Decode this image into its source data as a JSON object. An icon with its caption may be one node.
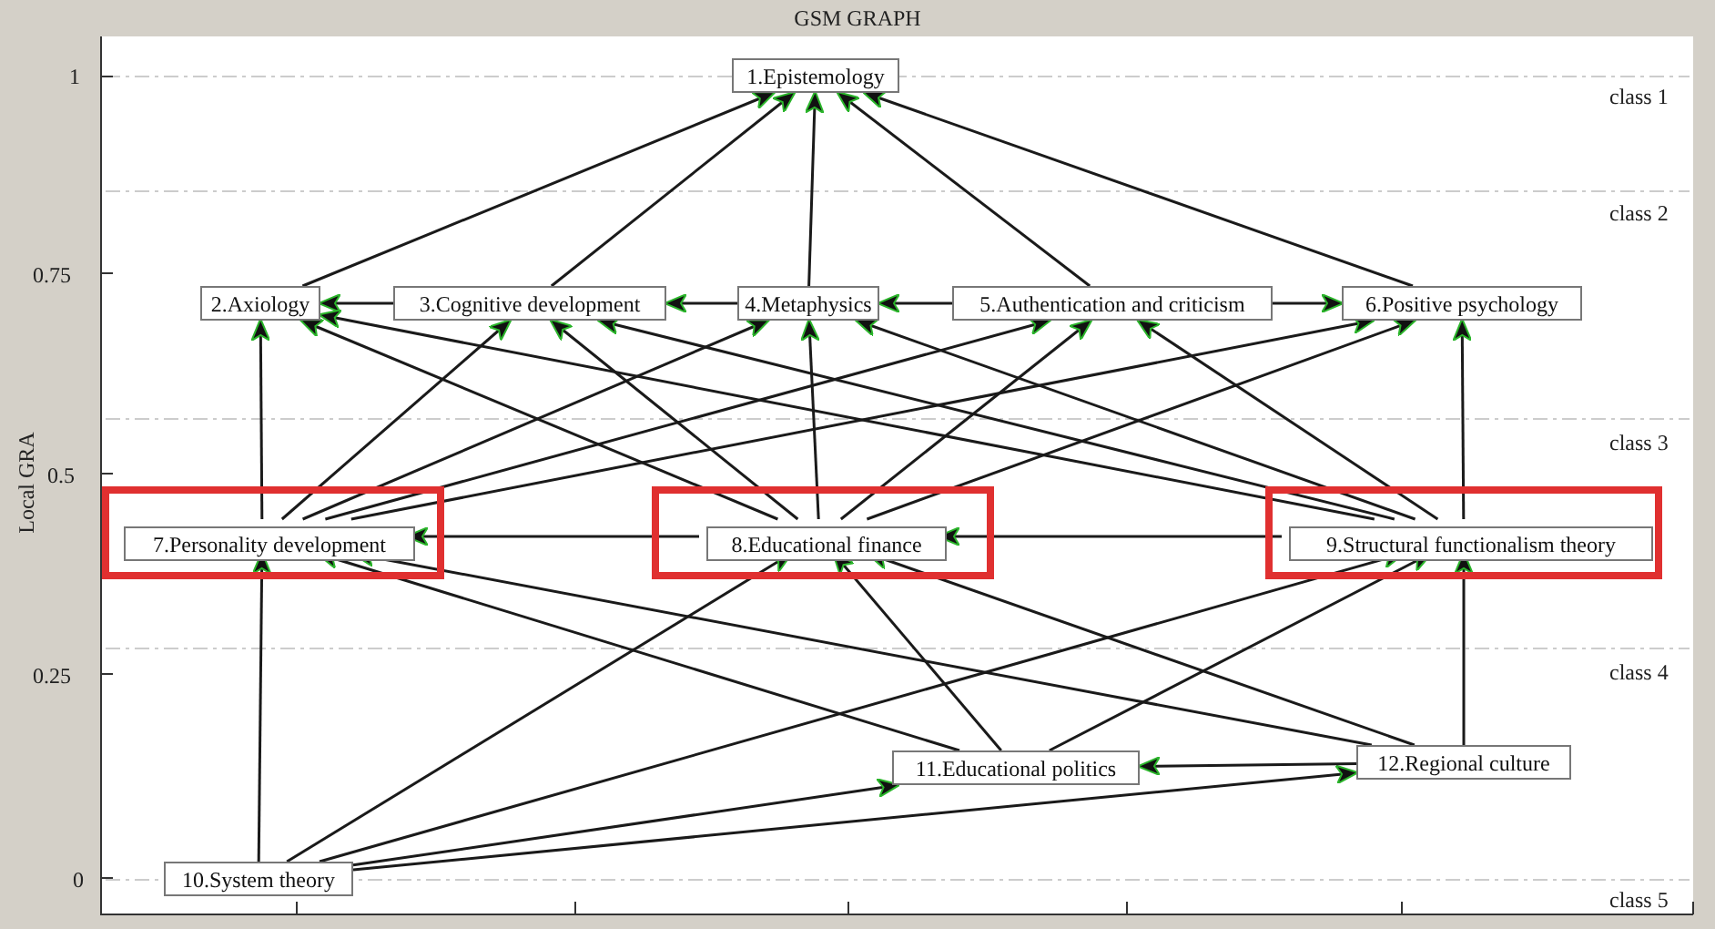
{
  "diagram": {
    "title": "GSM GRAPH",
    "nodes": [
      {
        "text": [
          "1.Epistemology"
        ]
      },
      {
        "text": [
          "2.Axiology"
        ]
      },
      {
        "text": [
          "3.Cognitive development"
        ]
      },
      {
        "text": [
          "4.Metaphysics"
        ]
      },
      {
        "text": [
          "5.Authentication and criticism"
        ]
      },
      {
        "text": [
          "6.Positive psychology"
        ]
      },
      {
        "text": [],
        "shape": "box"
      },
      {
        "text": [
          "7.Personality development"
        ],
        "in": 6
      },
      {
        "text": [],
        "shape": "box"
      },
      {
        "text": [
          "8.Educational finance"
        ],
        "in": 8
      },
      {
        "text": [],
        "shape": "box"
      },
      {
        "text": [
          "9.Structural functionalism theory"
        ],
        "in": 10
      },
      {
        "text": [
          "10.System theory"
        ]
      },
      {
        "text": [
          "11.Educational politics"
        ]
      },
      {
        "text": [
          "12.Regional culture"
        ]
      }
    ],
    "edges": [
      {
        "from": 1,
        "to": 0,
        "arrow": "to"
      },
      {
        "from": 2,
        "to": 0,
        "arrow": "to"
      },
      {
        "from": 3,
        "to": 0,
        "arrow": "to"
      },
      {
        "from": 4,
        "to": 0,
        "arrow": "to"
      },
      {
        "from": 5,
        "to": 0,
        "arrow": "to"
      },
      {
        "from": 2,
        "to": 1,
        "arrow": "to"
      },
      {
        "from": 3,
        "to": 2,
        "arrow": "to"
      },
      {
        "from": 4,
        "to": 3,
        "arrow": "to"
      },
      {
        "from": 4,
        "to": 5,
        "arrow": "to"
      },
      {
        "from": 7,
        "to": 1,
        "arrow": "to"
      },
      {
        "from": 7,
        "to": 2,
        "arrow": "to"
      },
      {
        "from": 7,
        "to": 3,
        "arrow": "to"
      },
      {
        "from": 7,
        "to": 4,
        "arrow": "to"
      },
      {
        "from": 7,
        "to": 5,
        "arrow": "to"
      },
      {
        "from": 9,
        "to": 1,
        "arrow": "to"
      },
      {
        "from": 9,
        "to": 2,
        "arrow": "to"
      },
      {
        "from": 9,
        "to": 3,
        "arrow": "to"
      },
      {
        "from": 9,
        "to": 4,
        "arrow": "to"
      },
      {
        "from": 9,
        "to": 5,
        "arrow": "to"
      },
      {
        "from": 11,
        "to": 1,
        "arrow": "to"
      },
      {
        "from": 11,
        "to": 2,
        "arrow": "to"
      },
      {
        "from": 11,
        "to": 3,
        "arrow": "to"
      },
      {
        "from": 11,
        "to": 4,
        "arrow": "to"
      },
      {
        "from": 11,
        "to": 5,
        "arrow": "to"
      },
      {
        "from": 9,
        "to": 7,
        "arrow": "to"
      },
      {
        "from": 11,
        "to": 9,
        "arrow": "to"
      },
      {
        "from": 12,
        "to": 7,
        "arrow": "to"
      },
      {
        "from": 12,
        "to": 9,
        "arrow": "to"
      },
      {
        "from": 12,
        "to": 11,
        "arrow": "to"
      },
      {
        "from": 12,
        "to": 13,
        "arrow": "to"
      },
      {
        "from": 12,
        "to": 14,
        "arrow": "to"
      },
      {
        "from": 13,
        "to": 7,
        "arrow": "to"
      },
      {
        "from": 13,
        "to": 9,
        "arrow": "to"
      },
      {
        "from": 13,
        "to": 11,
        "arrow": "to"
      },
      {
        "from": 14,
        "to": 7,
        "arrow": "to"
      },
      {
        "from": 14,
        "to": 9,
        "arrow": "to"
      },
      {
        "from": 14,
        "to": 11,
        "arrow": "to"
      },
      {
        "from": 14,
        "to": 13,
        "arrow": "to"
      }
    ],
    "labels": [
      "1",
      "0.75",
      "0.5",
      "0.25",
      "0",
      "Local GRA",
      "class 1",
      "class 2",
      "class 3",
      "class 4",
      "class 5"
    ]
  }
}
